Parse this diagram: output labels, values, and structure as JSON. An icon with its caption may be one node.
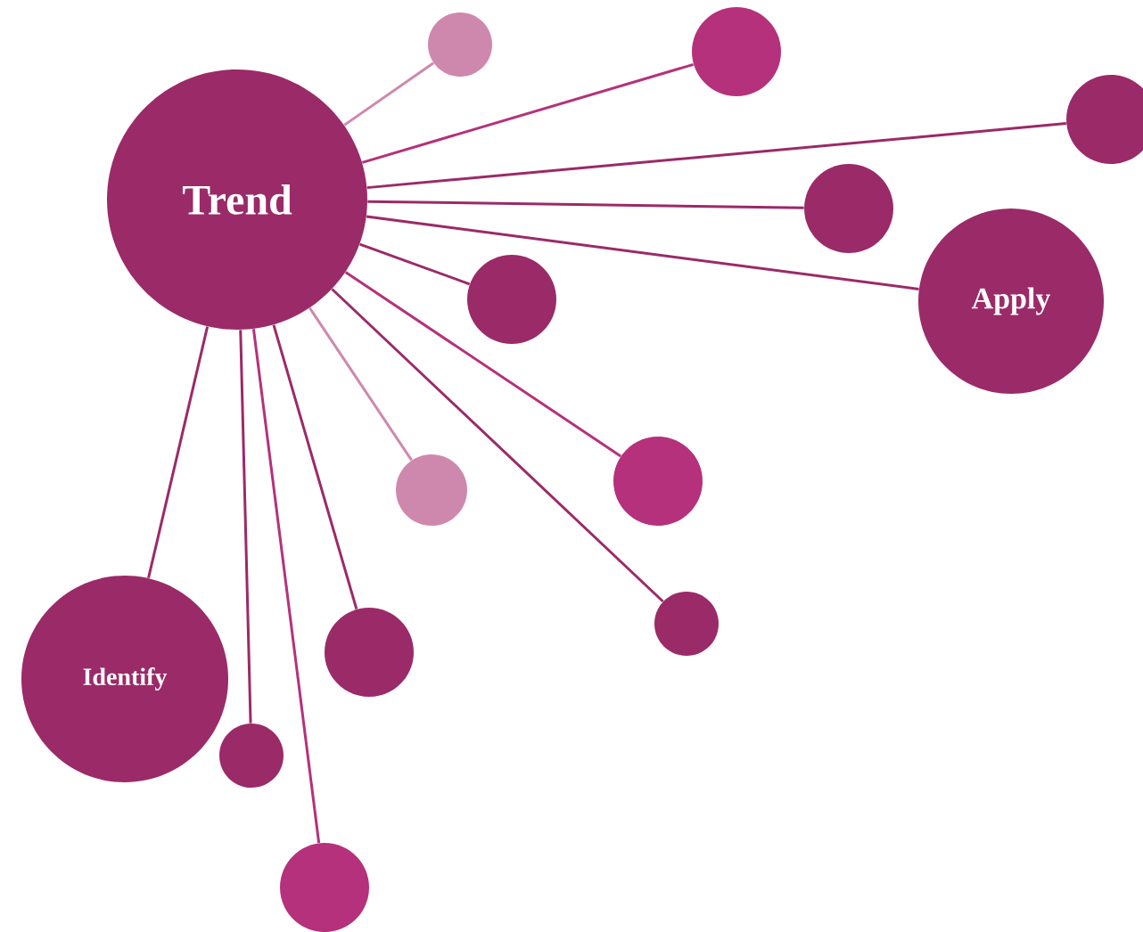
{
  "diagram": {
    "nodes": [
      {
        "text": [
          "Trend"
        ]
      },
      {
        "text": [],
        "shape": "circle"
      },
      {
        "text": [],
        "shape": "circle"
      },
      {
        "text": [],
        "shape": "circle"
      },
      {
        "text": [],
        "shape": "circle"
      },
      {
        "text": [
          "Apply"
        ]
      },
      {
        "text": [],
        "shape": "circle"
      },
      {
        "text": [],
        "shape": "circle"
      },
      {
        "text": [],
        "shape": "circle"
      },
      {
        "text": [],
        "shape": "circle"
      },
      {
        "text": [],
        "shape": "circle"
      },
      {
        "text": [
          "Identify"
        ]
      },
      {
        "text": [],
        "shape": "circle"
      },
      {
        "text": [],
        "shape": "circle"
      }
    ],
    "edges": [
      {
        "from": 0,
        "to": 1,
        "arrow": "none",
        "color": "#cf88ad"
      },
      {
        "from": 0,
        "to": 2,
        "arrow": "none",
        "color": "#b5317b"
      },
      {
        "from": 0,
        "to": 3,
        "arrow": "none"
      },
      {
        "from": 0,
        "to": 4,
        "arrow": "none"
      },
      {
        "from": 0,
        "to": 5,
        "arrow": "none"
      },
      {
        "from": 0,
        "to": 6,
        "arrow": "none"
      },
      {
        "from": 0,
        "to": 7,
        "arrow": "none",
        "color": "#cf88ad"
      },
      {
        "from": 0,
        "to": 8,
        "arrow": "none",
        "color": "#b5317b"
      },
      {
        "from": 0,
        "to": 9,
        "arrow": "none"
      },
      {
        "from": 0,
        "to": 10,
        "arrow": "none"
      },
      {
        "from": 0,
        "to": 11,
        "arrow": "none"
      },
      {
        "from": 0,
        "to": 12,
        "arrow": "none"
      },
      {
        "from": 0,
        "to": 13,
        "arrow": "none",
        "color": "#b5317b"
      }
    ]
  }
}
